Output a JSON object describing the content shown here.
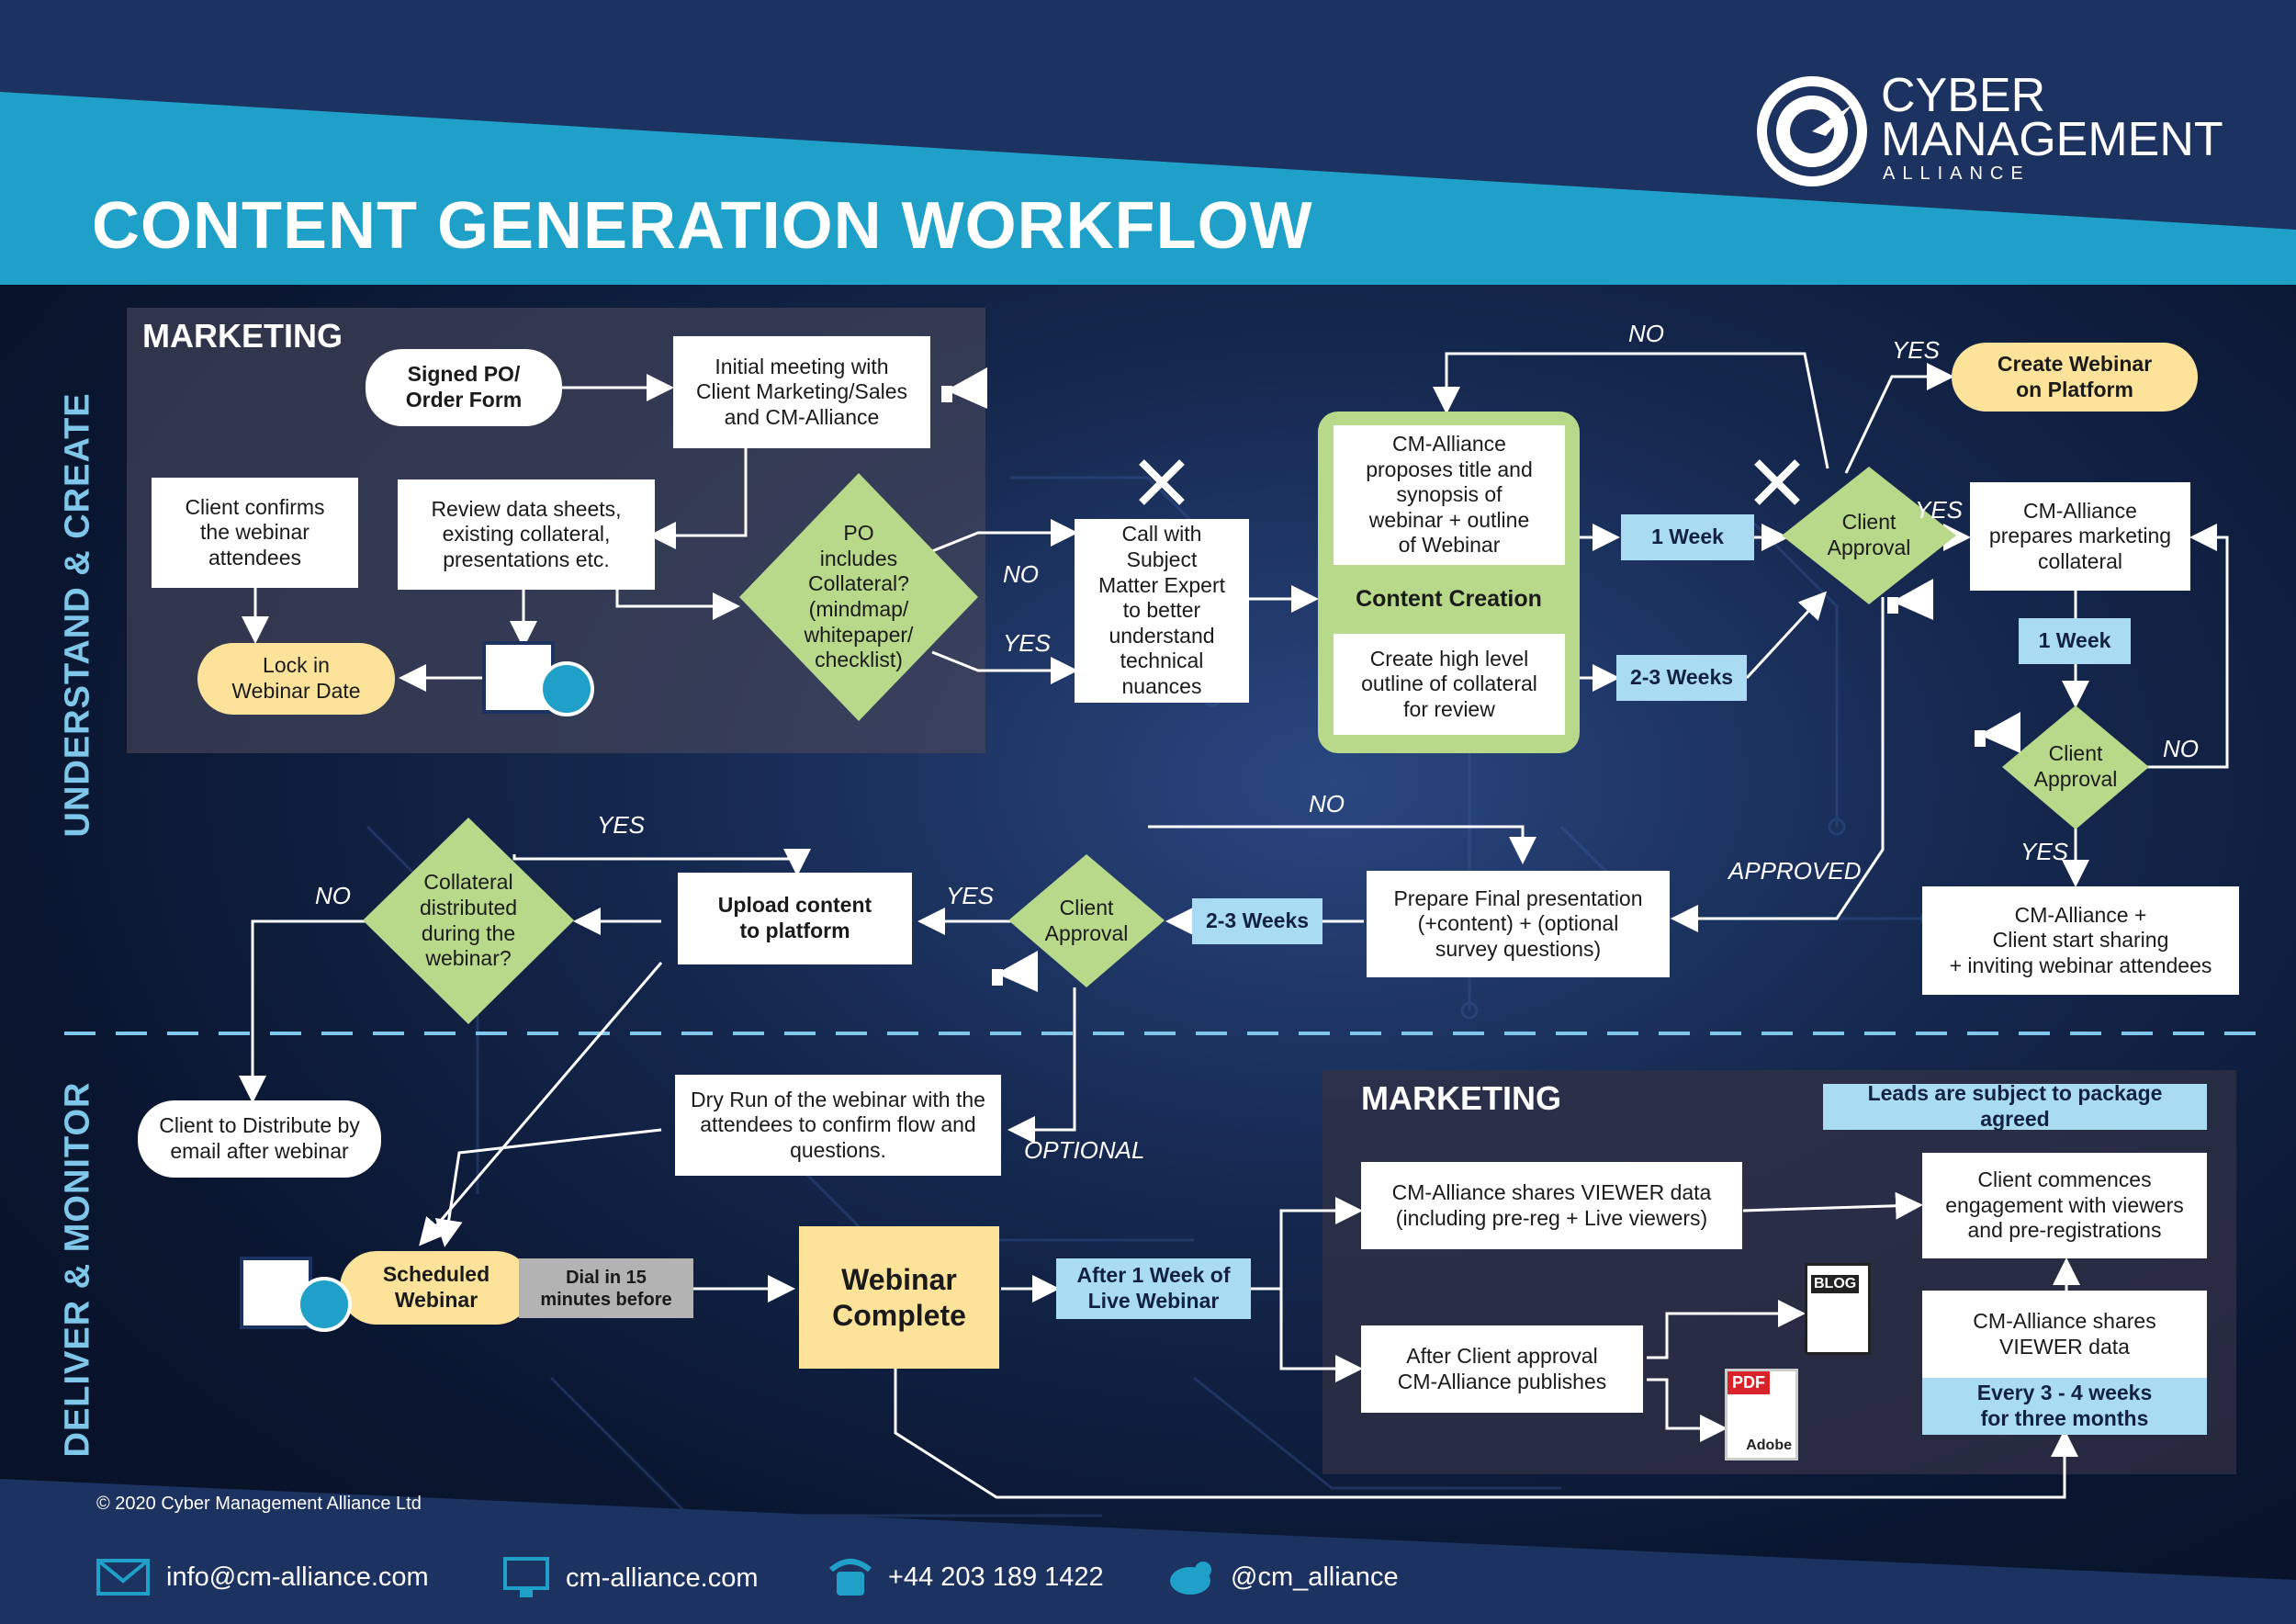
{
  "header": {
    "title": "CONTENT GENERATION WORKFLOW",
    "logo": {
      "line1": "CYBER",
      "line2": "MANAGEMENT",
      "line3": "ALLIANCE"
    }
  },
  "sections": {
    "understand": "UNDERSTAND & CREATE",
    "deliver": "DELIVER & MONITOR",
    "marketing_top": "MARKETING",
    "marketing_bottom": "MARKETING"
  },
  "nodes": {
    "signed_po": "Signed PO/\nOrder Form",
    "initial_meeting": "Initial meeting with\nClient Marketing/Sales\nand CM-Alliance",
    "client_confirms": "Client confirms\nthe webinar\nattendees",
    "review_data": "Review data sheets,\nexisting collateral,\npresentations etc.",
    "lock_date": "Lock in\nWebinar Date",
    "po_collateral": "PO\nincludes\nCollateral?\n(mindmap/\nwhitepaper/\nchecklist)",
    "call_sme": "Call with Subject\nMatter Expert\nto better\nunderstand\ntechnical\nnuances",
    "cm_proposes": "CM-Alliance\nproposes title and\nsynopsis of\nwebinar + outline\nof Webinar",
    "content_creation": "Content Creation",
    "create_outline": "Create high level\noutline of collateral\nfor review",
    "one_week_a": "1  Week",
    "two_three_weeks_a": "2-3 Weeks",
    "client_approval_1": "Client\nApproval",
    "create_webinar": "Create Webinar\non Platform",
    "prepares_collateral": "CM-Alliance\nprepares marketing\ncollateral",
    "one_week_b": "1  Week",
    "client_approval_2": "Client\nApproval",
    "start_sharing": "CM-Alliance +\nClient start sharing\n+ inviting webinar attendees",
    "prepare_final": "Prepare Final presentation\n(+content) + (optional\nsurvey questions)",
    "two_three_weeks_b": "2-3 Weeks",
    "client_approval_3": "Client\nApproval",
    "upload_content": "Upload content\nto platform",
    "collateral_distributed": "Collateral\ndistributed\nduring the\nwebinar?",
    "client_distribute": "Client to Distribute by\nemail after webinar",
    "dry_run": "Dry Run of the webinar with the\nattendees to confirm flow and\nquestions.",
    "scheduled_webinar": "Scheduled\nWebinar",
    "dial_in": "Dial in 15\nminutes before",
    "webinar_complete": "Webinar\nComplete",
    "after_one_week": "After 1 Week of\nLive Webinar",
    "shares_viewer_data": "CM-Alliance shares VIEWER data\n(including pre-reg + Live viewers)",
    "after_approval": "After Client approval\nCM-Alliance publishes",
    "leads_subject": "Leads are subject to package agreed",
    "client_commences": "Client commences\nengagement with viewers\nand pre-registrations",
    "shares_viewer_2": "CM-Alliance shares\nVIEWER data",
    "every_weeks": "Every 3 - 4 weeks\nfor three months"
  },
  "edge_labels": {
    "no_1": "NO",
    "yes_1": "YES",
    "no_top": "NO",
    "yes_top": "YES",
    "yes_right": "YES",
    "no_right": "NO",
    "yes_down": "YES",
    "approved": "APPROVED",
    "no_mid": "NO",
    "yes_mid": "YES",
    "yes_left": "YES",
    "no_left": "NO",
    "optional": "OPTIONAL"
  },
  "icons": {
    "blog": "BLOG",
    "pdf": "PDF",
    "adobe": "Adobe"
  },
  "footer": {
    "copyright": "© 2020 Cyber Management Alliance Ltd",
    "email": "info@cm-alliance.com",
    "website": "cm-alliance.com",
    "phone": "+44 203 189 1422",
    "twitter": "@cm_alliance"
  },
  "colors": {
    "green": "#b8d88a",
    "blue_tag": "#a9dcf2",
    "yellow": "#fde39a",
    "cyan": "#1ea0c8",
    "navy": "#1c3260"
  }
}
